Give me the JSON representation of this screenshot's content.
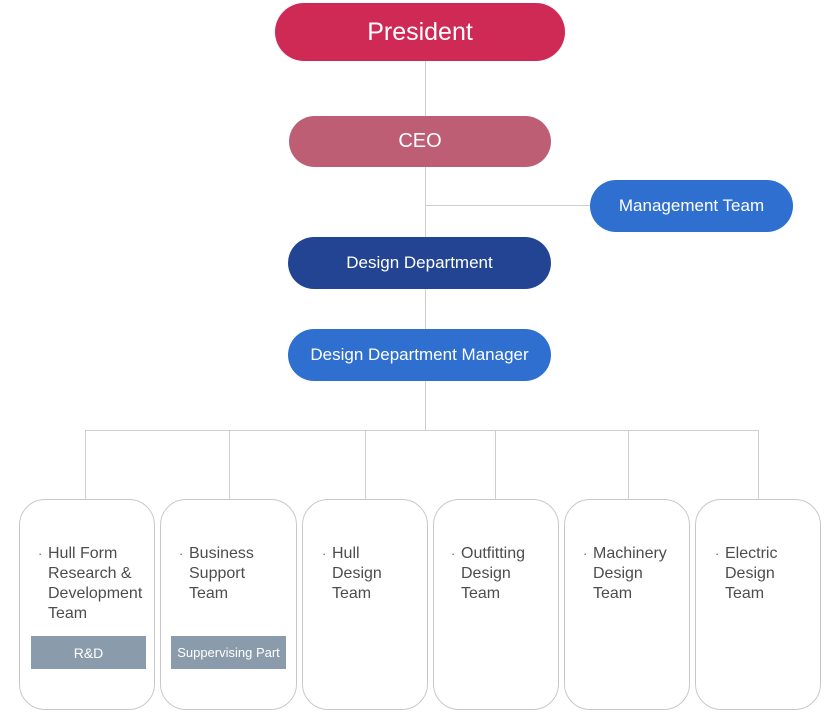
{
  "chart": {
    "president": "President",
    "ceo": "CEO",
    "management": "Management Team",
    "design_department": "Design Department",
    "design_manager": "Design Department Manager",
    "teams": [
      {
        "bullet": "·",
        "name": "Hull Form\nResearch &\nDevelopment\nTeam",
        "tag": "R&D"
      },
      {
        "bullet": "·",
        "name": "Business\nSupport\nTeam",
        "tag": "Suppervising Part"
      },
      {
        "bullet": "·",
        "name": "Hull\nDesign\nTeam"
      },
      {
        "bullet": "·",
        "name": "Outfitting\nDesign\nTeam"
      },
      {
        "bullet": "·",
        "name": "Machinery\nDesign\nTeam"
      },
      {
        "bullet": "·",
        "name": "Electric\nDesign\nTeam"
      }
    ]
  },
  "colors": {
    "president": "#cf2a55",
    "ceo": "#bd5e75",
    "management": "#2f6fd0",
    "design_department": "#234492",
    "design_manager": "#2f6fd0",
    "tag": "#8a9cab",
    "connector": "#cfcfcf"
  }
}
